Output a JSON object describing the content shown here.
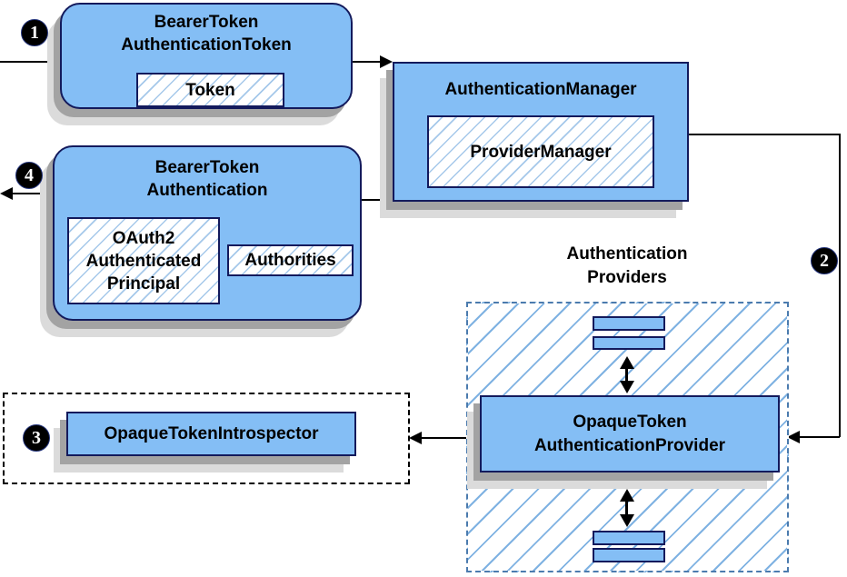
{
  "colors": {
    "node_fill": "#84BEF5",
    "node_border": "#131A5C",
    "leaf_hatch_line": "#A5C8EA",
    "container_hatch_line": "#7FB2E2",
    "container_border": "#4B7BAE",
    "introspector_region_border": "#000000",
    "shadow_dark": "#A3A3A3",
    "shadow_light": "#DBDBDB",
    "arrow": "#000000",
    "badge_background": "#000000",
    "badge_text": "#FFFFFF"
  },
  "badges": {
    "step1": "1",
    "step2": "2",
    "step3": "3",
    "step4": "4"
  },
  "boxes": {
    "bearer_token_authentication_token": {
      "title_line1": "BearerToken",
      "title_line2": "AuthenticationToken",
      "token_label": "Token"
    },
    "authentication_manager": {
      "title": "AuthenticationManager",
      "provider_manager_label": "ProviderManager"
    },
    "bearer_token_authentication": {
      "title_line1": "BearerToken",
      "title_line2": "Authentication",
      "principal_line1": "OAuth2",
      "principal_line2": "Authenticated",
      "principal_line3": "Principal",
      "authorities_label": "Authorities"
    },
    "authentication_providers": {
      "label_line1": "Authentication",
      "label_line2": "Providers",
      "provider_line1": "OpaqueToken",
      "provider_line2": "AuthenticationProvider"
    },
    "opaque_token_introspector": {
      "label": "OpaqueTokenIntrospector"
    }
  }
}
